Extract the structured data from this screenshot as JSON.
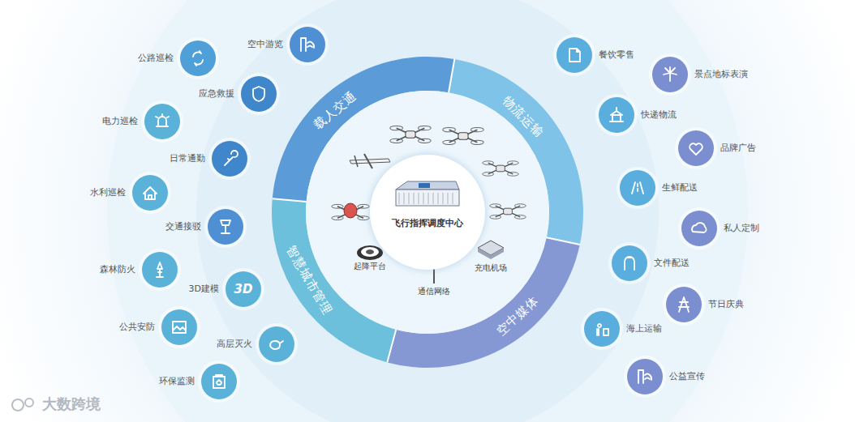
{
  "diagram": {
    "nodes": [
      {
        "text": [
          "飞行指挥调度中心"
        ]
      },
      {
        "text": [
          "载人交通"
        ]
      },
      {
        "text": [
          "物流运输"
        ]
      },
      {
        "text": [
          "空中媒体"
        ]
      },
      {
        "text": [
          "智慧城市管理"
        ]
      },
      {
        "text": [
          "空中游览"
        ]
      },
      {
        "text": [
          "公路巡检"
        ]
      },
      {
        "text": [
          "应急救援"
        ]
      },
      {
        "text": [
          "电力巡检"
        ]
      },
      {
        "text": [
          "日常通勤"
        ]
      },
      {
        "text": [
          "水利巡检"
        ]
      },
      {
        "text": [
          "交通接驳"
        ]
      },
      {
        "text": [
          "森林防火"
        ]
      },
      {
        "text": [
          "3D",
          "3D建模"
        ]
      },
      {
        "text": [
          "公共安防"
        ]
      },
      {
        "text": [
          "高层灭火"
        ]
      },
      {
        "text": [
          "环保监测"
        ]
      },
      {
        "text": [
          "餐饮零售"
        ]
      },
      {
        "text": [
          "景点地标表演"
        ]
      },
      {
        "text": [
          "快递物流"
        ]
      },
      {
        "text": [
          "品牌广告"
        ]
      },
      {
        "text": [
          "生鲜配送"
        ]
      },
      {
        "text": [
          "私人定制"
        ]
      },
      {
        "text": [
          "文件配送"
        ]
      },
      {
        "text": [
          "节日庆典"
        ]
      },
      {
        "text": [
          "海上运输"
        ]
      },
      {
        "text": [
          "公益宣传"
        ]
      }
    ],
    "labels": [
      "起降平台",
      "通信网络",
      "充电机场",
      "大数跨境"
    ]
  }
}
